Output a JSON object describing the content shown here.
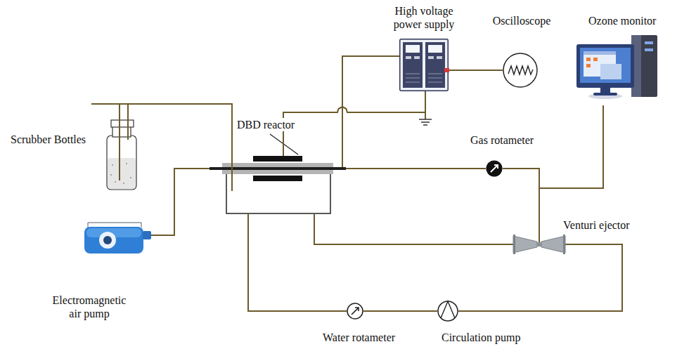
{
  "diagram": {
    "nodes": [
      {
        "text": [
          "High voltage power supply"
        ]
      },
      {
        "text": [
          "Oscilloscope"
        ]
      },
      {
        "text": [
          "Ozone monitor"
        ]
      },
      {
        "text": [
          "DBD reactor"
        ]
      },
      {
        "text": [
          "Scrubber Bottles"
        ]
      },
      {
        "text": [
          "Gas rotameter"
        ]
      },
      {
        "text": [
          "Venturi ejector"
        ]
      },
      {
        "text": [
          "Electromagnetic air pump"
        ]
      },
      {
        "text": [
          "Water rotameter"
        ]
      },
      {
        "text": [
          "Circulation pump"
        ]
      }
    ],
    "edges": [
      {
        "from": 3,
        "to": 4,
        "arrow": "none"
      },
      {
        "from": 7,
        "to": 3,
        "arrow": "none"
      },
      {
        "from": 3,
        "to": 0,
        "arrow": "none"
      },
      {
        "from": 3,
        "to": 0,
        "arrow": "none"
      },
      {
        "from": 0,
        "to": 1,
        "arrow": "none"
      },
      {
        "from": 3,
        "to": 5,
        "arrow": "none"
      },
      {
        "from": 5,
        "to": 6,
        "arrow": "none"
      },
      {
        "from": 5,
        "to": 2,
        "arrow": "none"
      },
      {
        "from": 6,
        "to": 3,
        "arrow": "none"
      },
      {
        "from": 6,
        "to": 9,
        "arrow": "none"
      },
      {
        "from": 9,
        "to": 8,
        "arrow": "none"
      },
      {
        "from": 8,
        "to": 3,
        "arrow": "none"
      }
    ]
  }
}
